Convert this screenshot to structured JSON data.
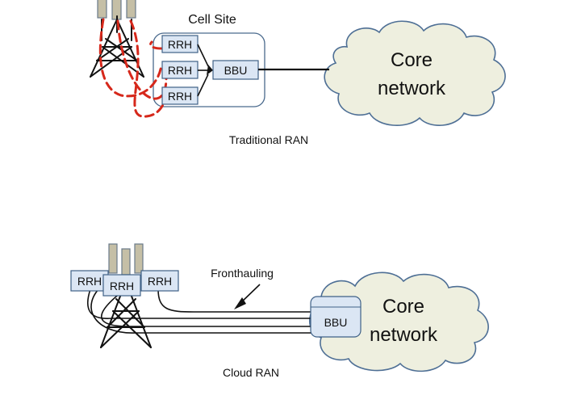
{
  "traditional": {
    "cell_site_label": "Cell Site",
    "rrh_labels": [
      "RRH",
      "RRH",
      "RRH"
    ],
    "bbu_label": "BBU",
    "core_line1": "Core",
    "core_line2": "network",
    "caption": "Traditional RAN"
  },
  "cloud": {
    "rrh_labels": [
      "RRH",
      "RRH",
      "RRH"
    ],
    "fronthaul_label": "Fronthauling",
    "bbu_label": "BBU",
    "core_line1": "Core",
    "core_line2": "network",
    "caption": "Cloud RAN"
  },
  "colors": {
    "box_fill": "#dbe6f4",
    "box_stroke": "#3f6187",
    "cloud_fill": "#eeefdf",
    "cloud_stroke": "#4e6f95",
    "signal_red": "#d6281b"
  }
}
